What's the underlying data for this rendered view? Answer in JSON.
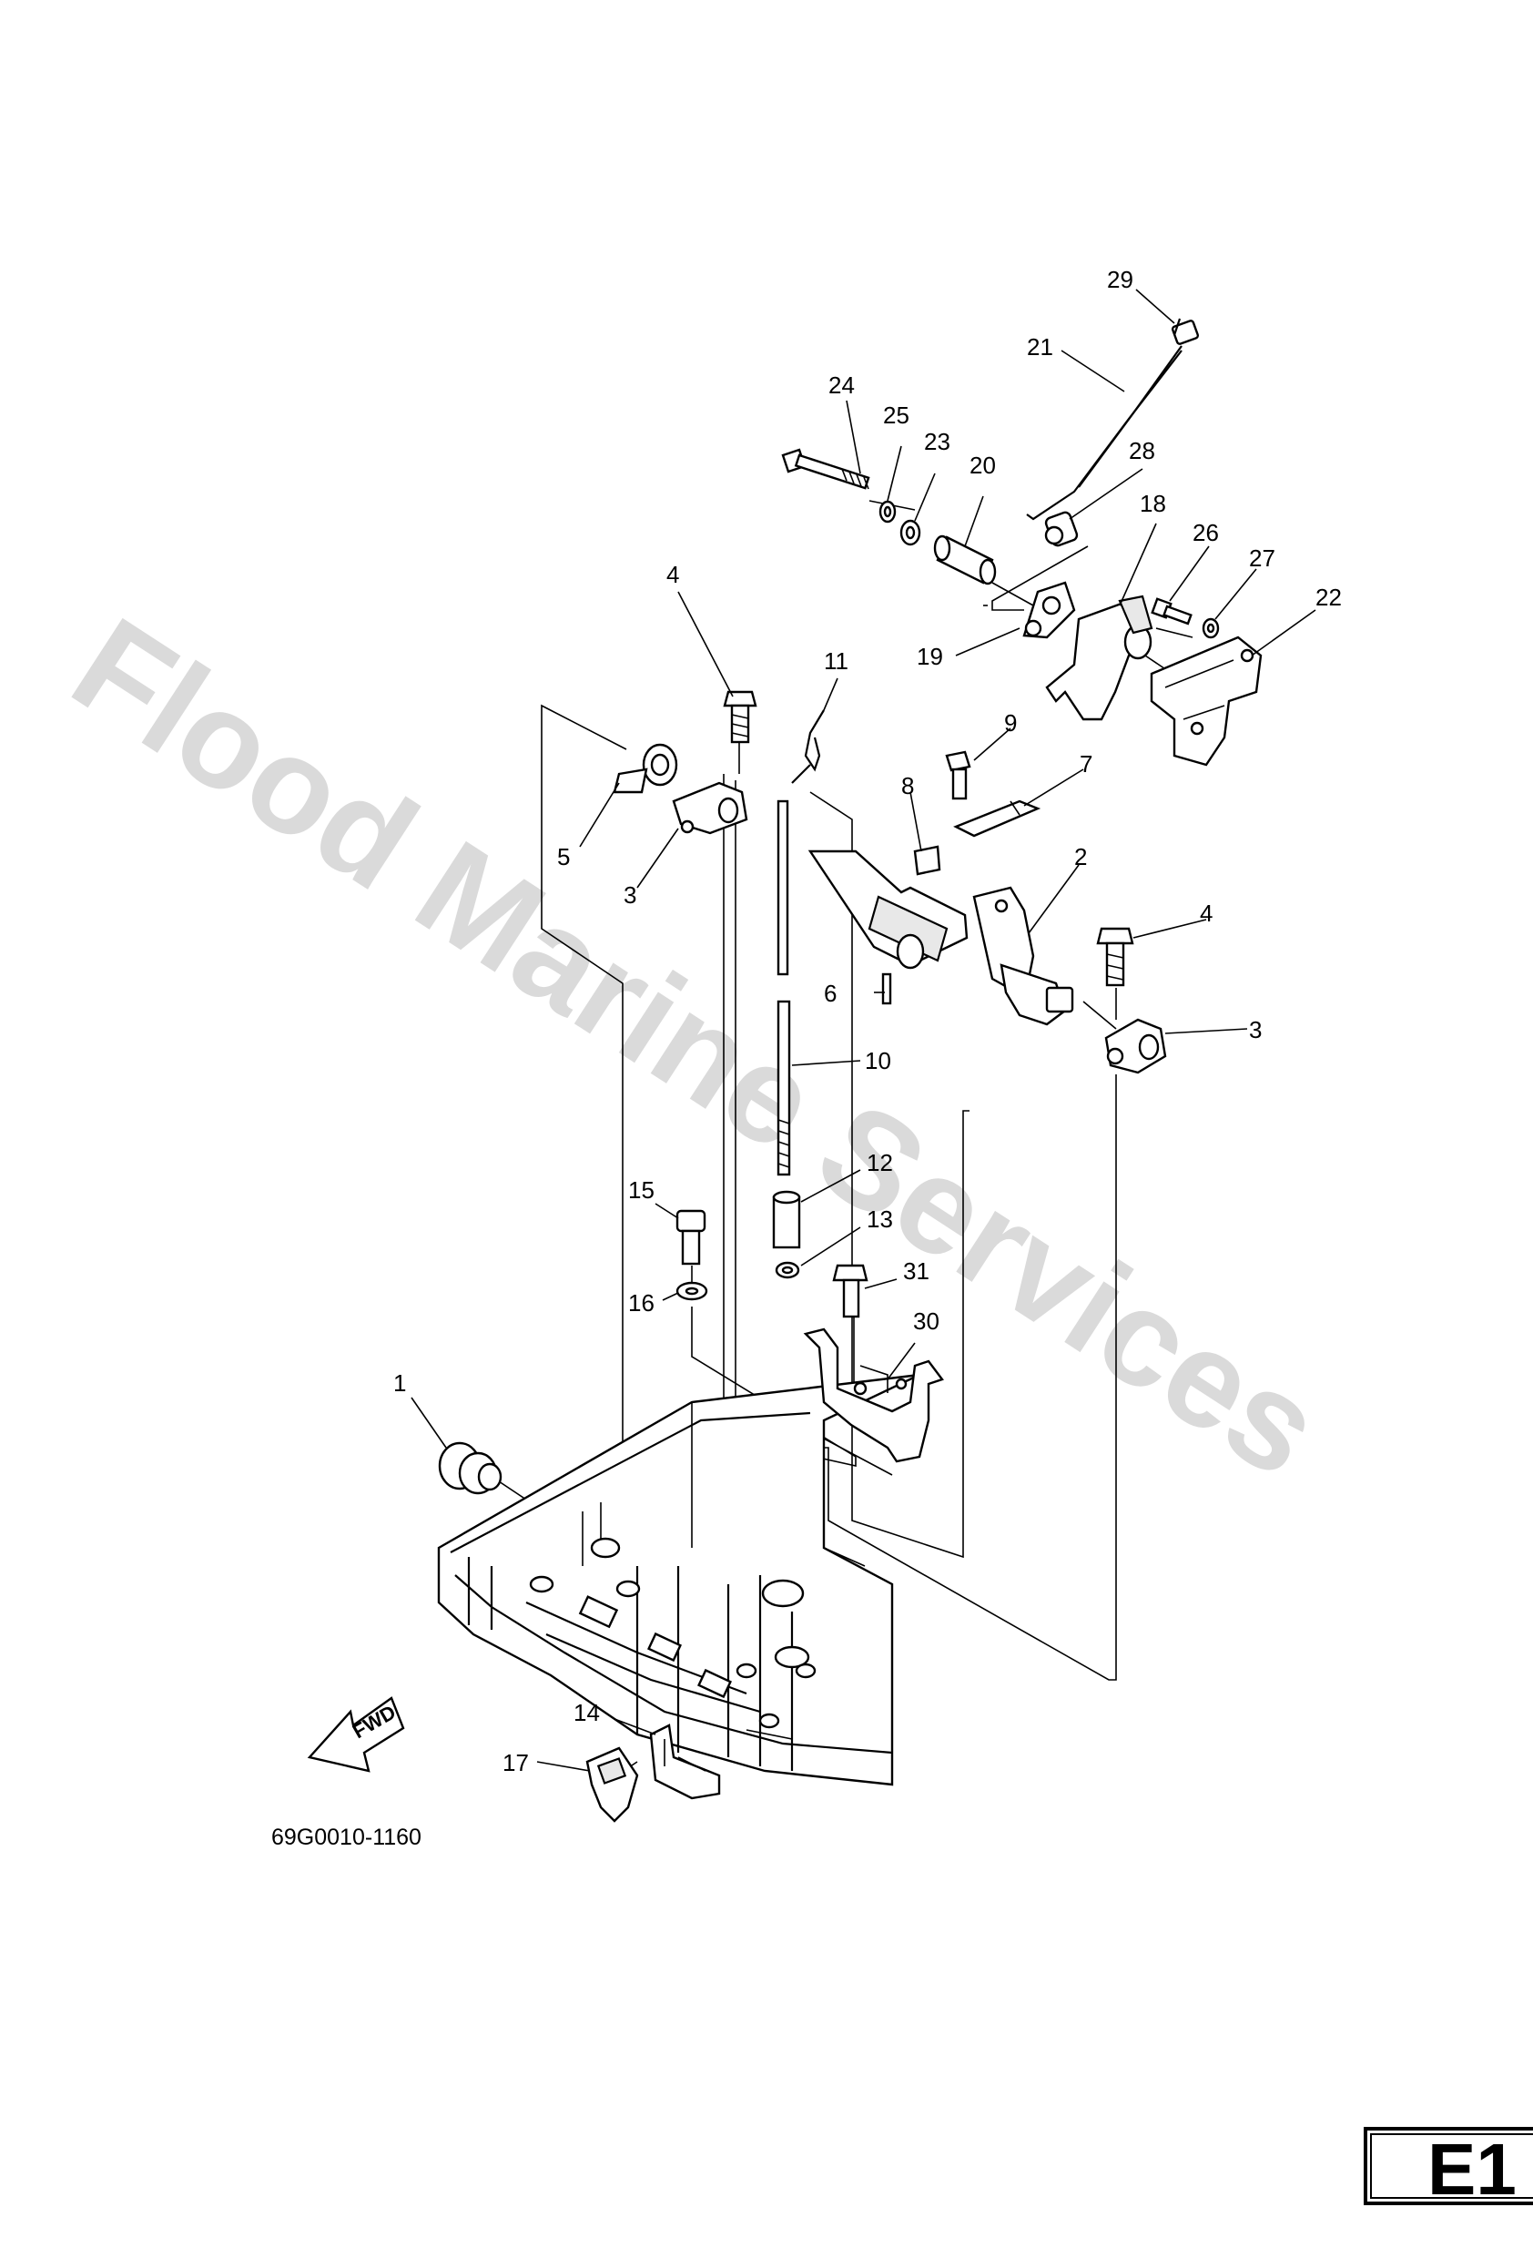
{
  "watermark": "Flood Marine Services",
  "diagram_code": "69G0010-1160",
  "direction_label": "FWD",
  "page_code": "E1",
  "callouts": {
    "c1": "1",
    "c2": "2",
    "c3a": "3",
    "c3b": "3",
    "c4a": "4",
    "c4b": "4",
    "c5": "5",
    "c6": "6",
    "c7": "7",
    "c8": "8",
    "c9": "9",
    "c10": "10",
    "c11": "11",
    "c12": "12",
    "c13": "13",
    "c14": "14",
    "c15": "15",
    "c16": "16",
    "c17": "17",
    "c18": "18",
    "c19": "19",
    "c20": "20",
    "c21": "21",
    "c22": "22",
    "c23": "23",
    "c24": "24",
    "c25": "25",
    "c26": "26",
    "c27": "27",
    "c28": "28",
    "c29": "29",
    "c30": "30",
    "c31": "31"
  },
  "colors": {
    "line": "#000000",
    "watermark": "#d4d4d4",
    "background": "#ffffff"
  }
}
